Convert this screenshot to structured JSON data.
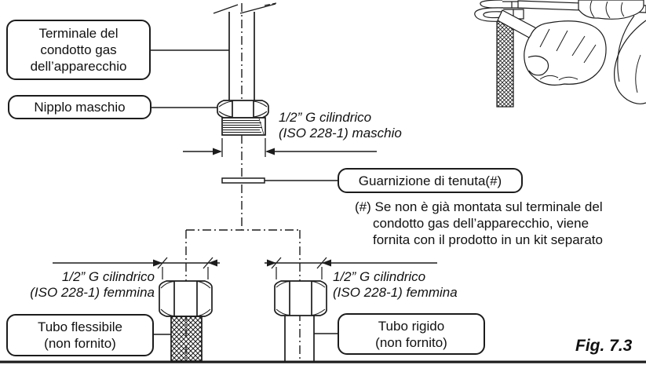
{
  "figure": {
    "label": "Fig. 7.3"
  },
  "callouts": {
    "terminale": "Terminale del\ncondotto gas\ndell’apparecchio",
    "nipplo": "Nipplo maschio",
    "guarnizione": "Guarnizione di tenuta(#)",
    "tubo_flessibile": "Tubo flessibile\n(non fornito)",
    "tubo_rigido": "Tubo rigido\n(non fornito)"
  },
  "specs": {
    "maschio": "1/2” G cilindrico\n(ISO 228-1) maschio",
    "femmina_left": "1/2” G cilindrico\n(ISO 228-1) femmina",
    "femmina_right": "1/2” G cilindrico\n(ISO 228-1) femmina"
  },
  "note": "(#) Se non è già montata sul terminale del\ncondotto gas dell’apparecchio, viene\nfornita con il prodotto in un kit separato",
  "colors": {
    "line": "#1c1c1c",
    "background": "#ffffff"
  }
}
